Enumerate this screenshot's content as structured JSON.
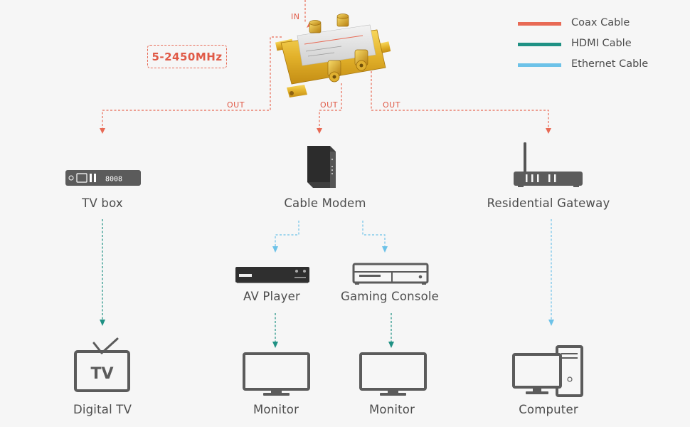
{
  "splitter": {
    "input_label": "IN",
    "frequency": "5-2450MHz",
    "output_label": "OUT"
  },
  "legend": [
    {
      "label": "Coax Cable",
      "color": "#e86a55"
    },
    {
      "label": "HDMI Cable",
      "color": "#1f9184"
    },
    {
      "label": "Ethernet Cable",
      "color": "#6dc2e8"
    }
  ],
  "devices": {
    "tv_box": "TV box",
    "cable_modem": "Cable Modem",
    "residential_gateway": "Residential Gateway",
    "av_player": "AV Player",
    "gaming_console": "Gaming Console",
    "digital_tv": "Digital TV",
    "monitor_1": "Monitor",
    "monitor_2": "Monitor",
    "computer": "Computer"
  },
  "icon_text": {
    "tv_box_display": "8008",
    "tv_screen": "TV"
  },
  "icons": [
    "splitter-icon",
    "tv-box-icon",
    "cable-modem-icon",
    "router-icon",
    "av-player-icon",
    "game-console-icon",
    "tv-icon",
    "monitor-icon",
    "computer-icon"
  ]
}
